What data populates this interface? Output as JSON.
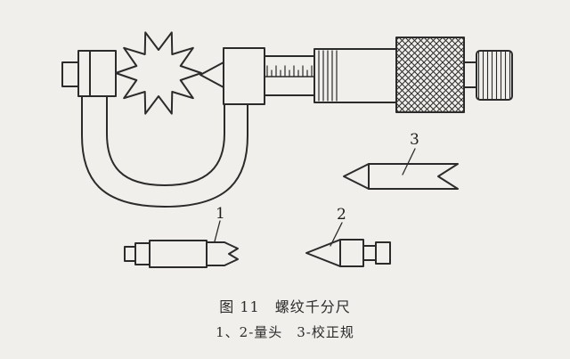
{
  "figure": {
    "caption": "图 11　螺纹千分尺",
    "subcaption": "1、2-量头　3-校正规"
  },
  "labels": {
    "part1": "1",
    "part2": "2",
    "part3": "3"
  },
  "colors": {
    "background": "#f1efeb",
    "line": "#2b2b2b",
    "text": "#2b2b2b"
  }
}
